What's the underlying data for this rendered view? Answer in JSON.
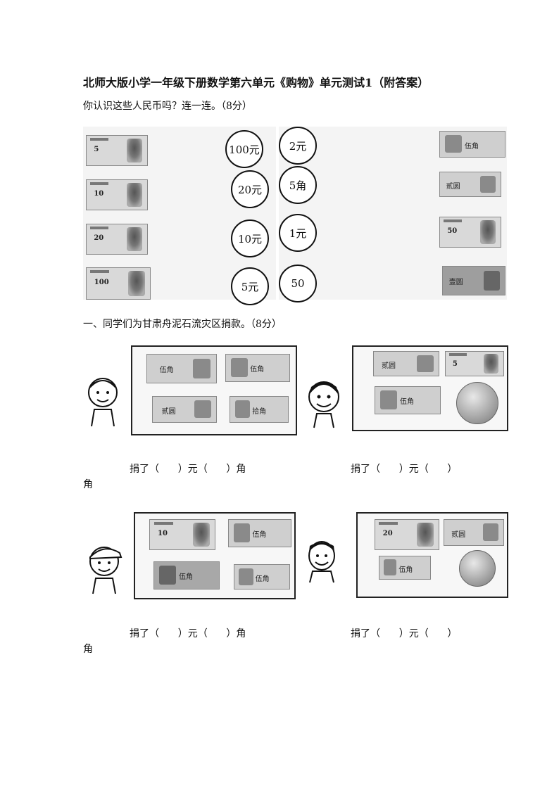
{
  "title": "北师大版小学一年级下册数学第六单元《购物》单元测试1（附答案）",
  "question1": {
    "text": "你认识这些人民币吗？连一连。（8分）"
  },
  "left_notes": [
    {
      "label": "5"
    },
    {
      "label": "10"
    },
    {
      "label": "20"
    },
    {
      "label": "100"
    }
  ],
  "circles_left": [
    "100元",
    "20元",
    "10元",
    "5元"
  ],
  "circles_right": [
    "2元",
    "5角",
    "1元",
    "50"
  ],
  "right_notes": [
    {
      "label": "伍角"
    },
    {
      "label": "贰圆"
    },
    {
      "label": "50"
    },
    {
      "label": "壹圆"
    }
  ],
  "question2": {
    "text": "一、同学们为甘肃舟泥石流灾区捐款。（8分）"
  },
  "donations": [
    {
      "notes": [
        "伍角",
        "伍角",
        "贰圆",
        "拾角"
      ]
    },
    {
      "notes": [
        "贰圆",
        "5",
        "伍角"
      ],
      "coin": true
    },
    {
      "notes": [
        "10",
        "伍角",
        "伍角",
        "伍角"
      ]
    },
    {
      "notes": [
        "20",
        "贰圆",
        "伍角"
      ],
      "coin": true
    }
  ],
  "answer_line": "捐了（      ）元（      ）角",
  "answer_line_short": "捐了（      ）元（      ）",
  "answer_tail": "角"
}
